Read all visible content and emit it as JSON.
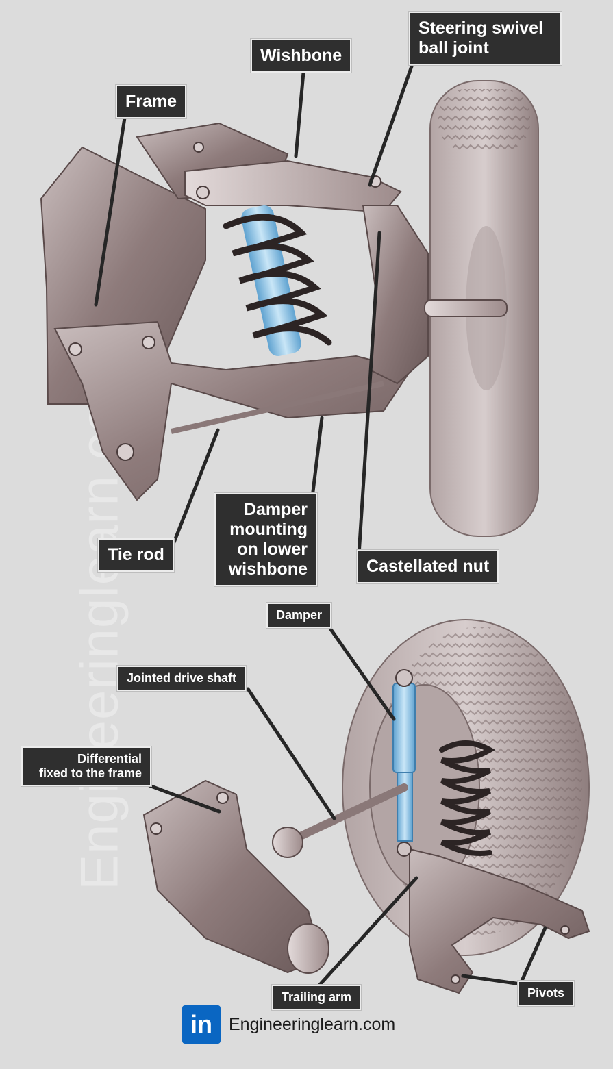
{
  "watermark": "Engineeringlearn.com",
  "upper_diagram": {
    "labels": {
      "frame": "Frame",
      "wishbone": "Wishbone",
      "steering_swivel_line1": "Steering swivel",
      "steering_swivel_line2": "ball joint",
      "tie_rod": "Tie rod",
      "damper_mount_line1": "Damper",
      "damper_mount_line2": "mounting",
      "damper_mount_line3": "on lower",
      "damper_mount_line4": "wishbone",
      "castellated_nut": "Castellated nut"
    }
  },
  "lower_diagram": {
    "labels": {
      "damper": "Damper",
      "jointed_drive_shaft": "Jointed drive shaft",
      "differential_line1": "Differential",
      "differential_line2": "fixed to the frame",
      "trailing_arm": "Trailing arm",
      "pivots": "Pivots"
    }
  },
  "footer": {
    "logo_text": "in",
    "site": "Engineeringlearn.com"
  },
  "colors": {
    "background": "#dcdcdc",
    "label_bg": "#2f2f2f",
    "label_text": "#ffffff",
    "leader_line": "#262626",
    "metal": "#8d7c7c",
    "spring_blue": "#8fc4e8",
    "linkedin": "#0a66c2"
  }
}
